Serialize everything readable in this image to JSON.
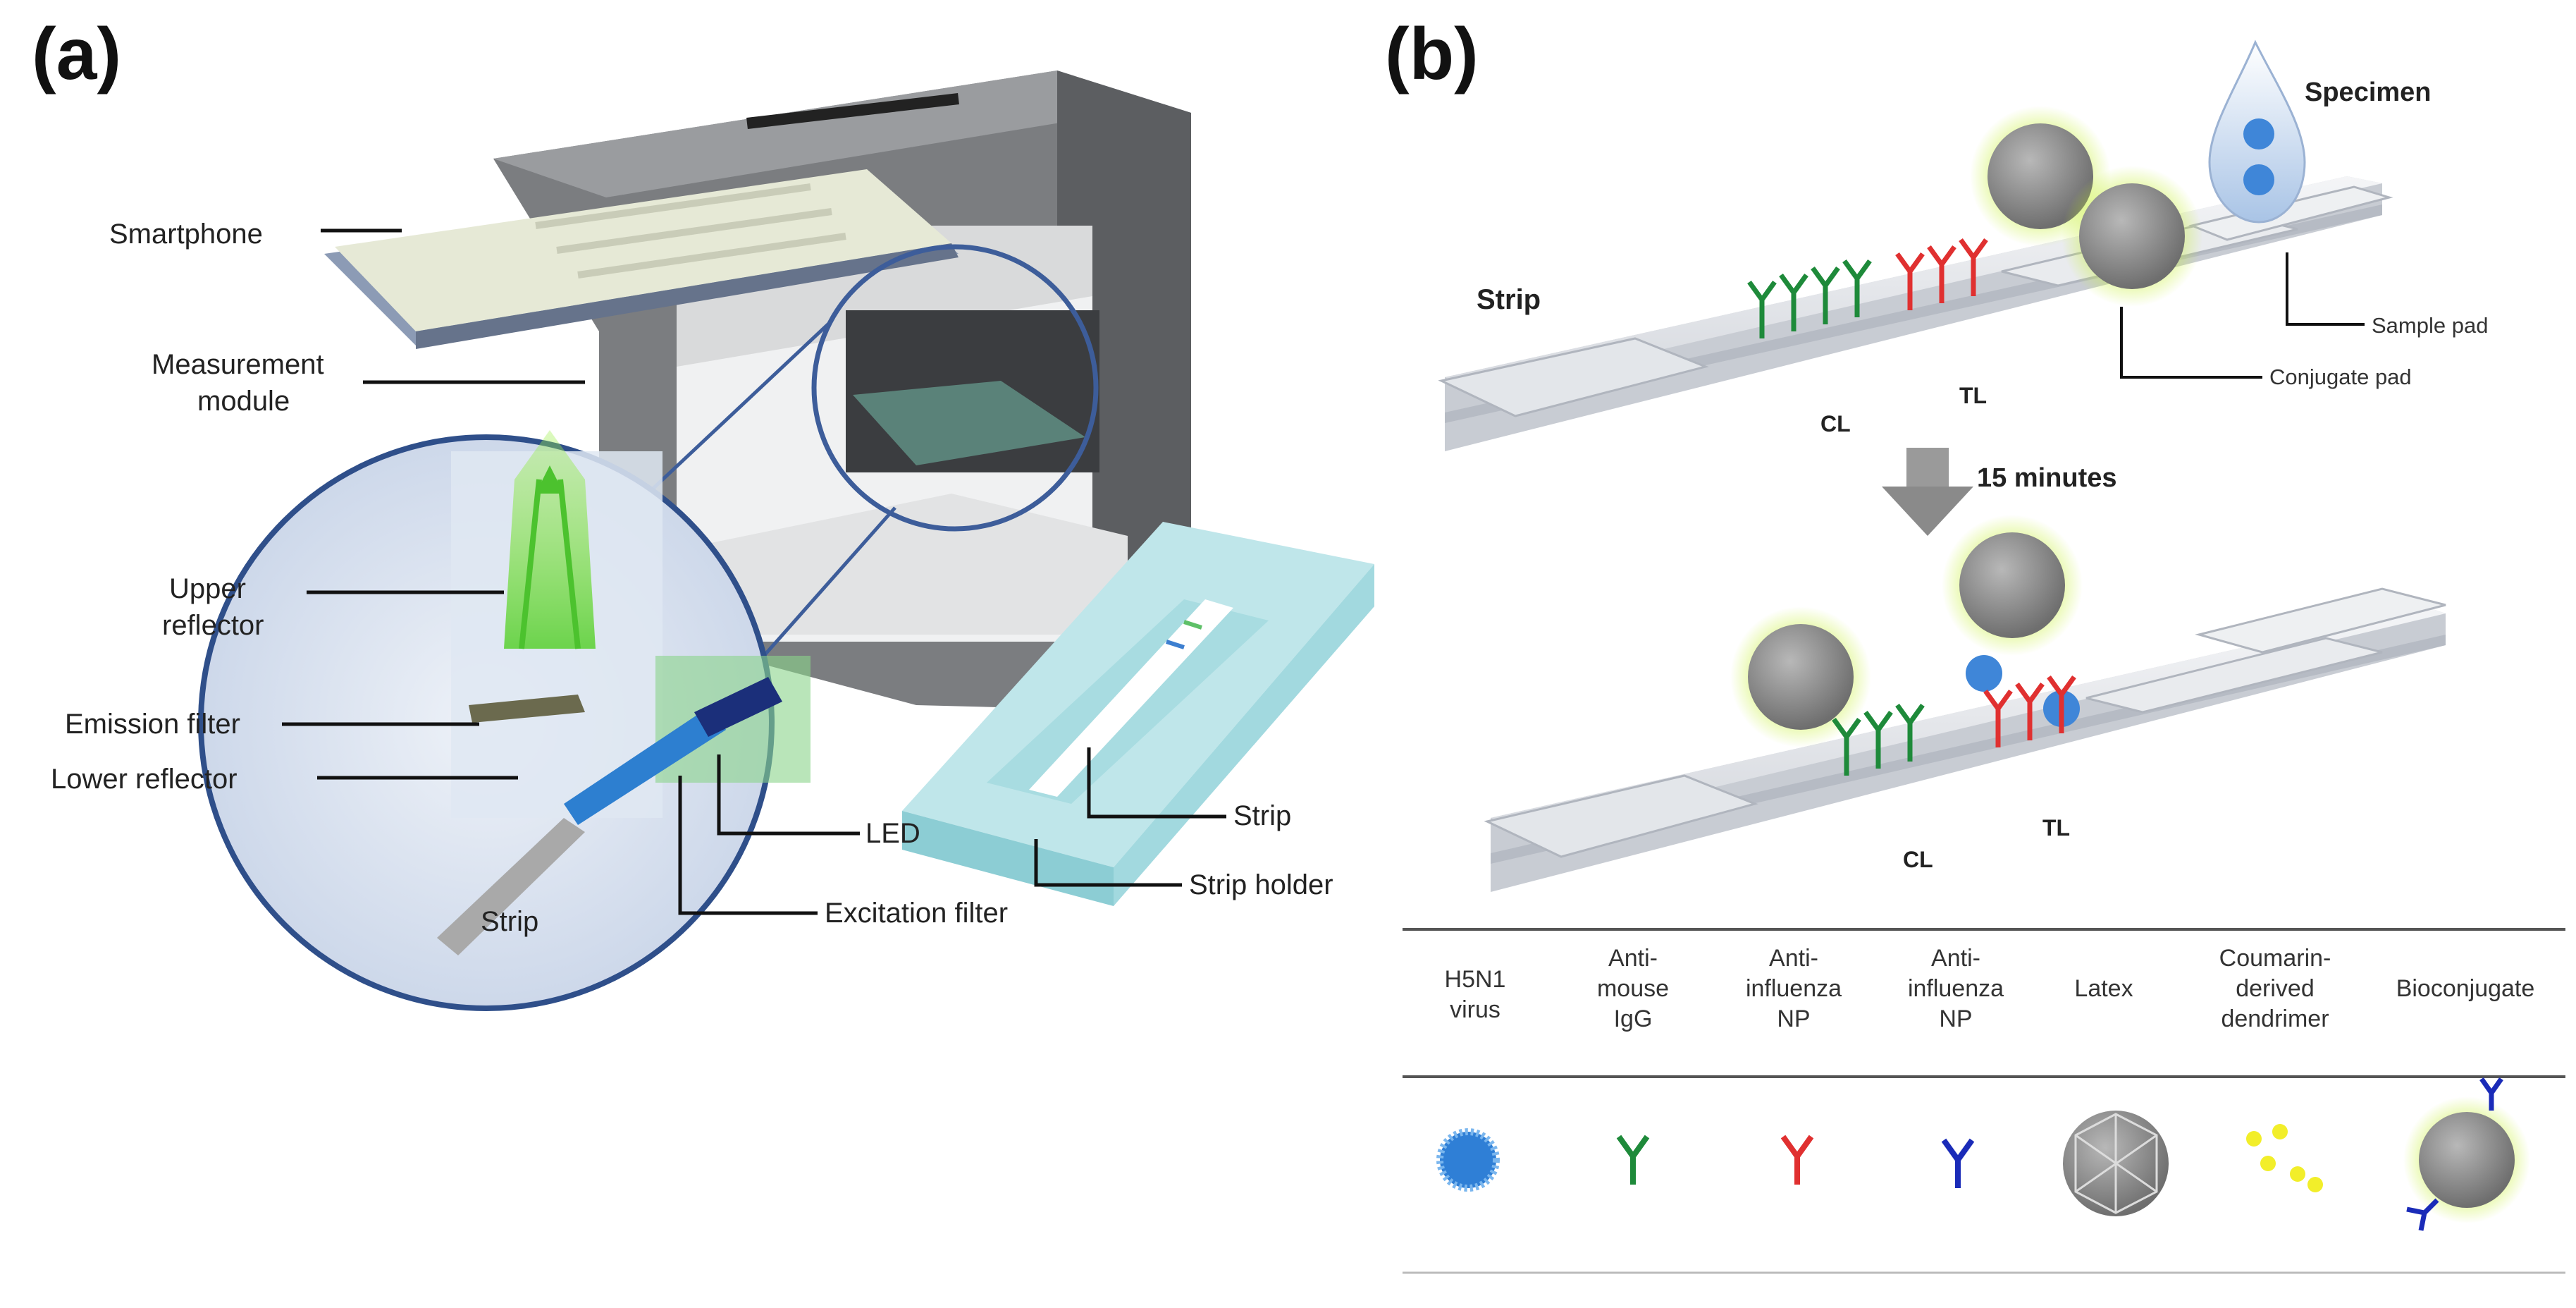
{
  "panels": {
    "a": "(a)",
    "b": "(b)"
  },
  "panel_a": {
    "smartphone": "Smartphone",
    "measurement_line1": "Measurement",
    "measurement_line2": "module",
    "upper_reflector_line1": "Upper",
    "upper_reflector_line2": "reflector",
    "emission_filter": "Emission filter",
    "lower_reflector": "Lower reflector",
    "led": "LED",
    "excitation_filter": "Excitation filter",
    "strip_inner": "Strip",
    "strip_holder_strip": "Strip",
    "strip_holder": "Strip holder"
  },
  "panel_b": {
    "specimen": "Specimen",
    "strip": "Strip",
    "sample_pad": "Sample pad",
    "conjugate_pad": "Conjugate pad",
    "cl_top": "CL",
    "tl_top": "TL",
    "time": "15 minutes",
    "cl_bottom": "CL",
    "tl_bottom": "TL"
  },
  "legend": [
    {
      "lines": [
        "H5N1",
        "virus"
      ],
      "icon": "virus-icon"
    },
    {
      "lines": [
        "Anti-",
        "mouse",
        "IgG"
      ],
      "icon": "green-antibody-icon"
    },
    {
      "lines": [
        "Anti-",
        "influenza",
        "NP"
      ],
      "icon": "red-antibody-icon"
    },
    {
      "lines": [
        "Anti-",
        "influenza",
        "NP"
      ],
      "icon": "blue-antibody-icon"
    },
    {
      "lines": [
        "Latex"
      ],
      "icon": "latex-bead-icon"
    },
    {
      "lines": [
        "Coumarin-",
        "derived",
        "dendrimer"
      ],
      "icon": "dendrimer-icon"
    },
    {
      "lines": [
        "Bioconjugate"
      ],
      "icon": "bioconjugate-icon"
    }
  ],
  "colors": {
    "control_line_antibody": "#1e8a3a",
    "test_line_antibody": "#e03030",
    "detection_antibody": "#1a2bb8",
    "dendrimer": "#f2ee2a",
    "latex": "#8f8f8f",
    "virus": "#2f7fd6",
    "emission_glow": "#7ee03a"
  }
}
